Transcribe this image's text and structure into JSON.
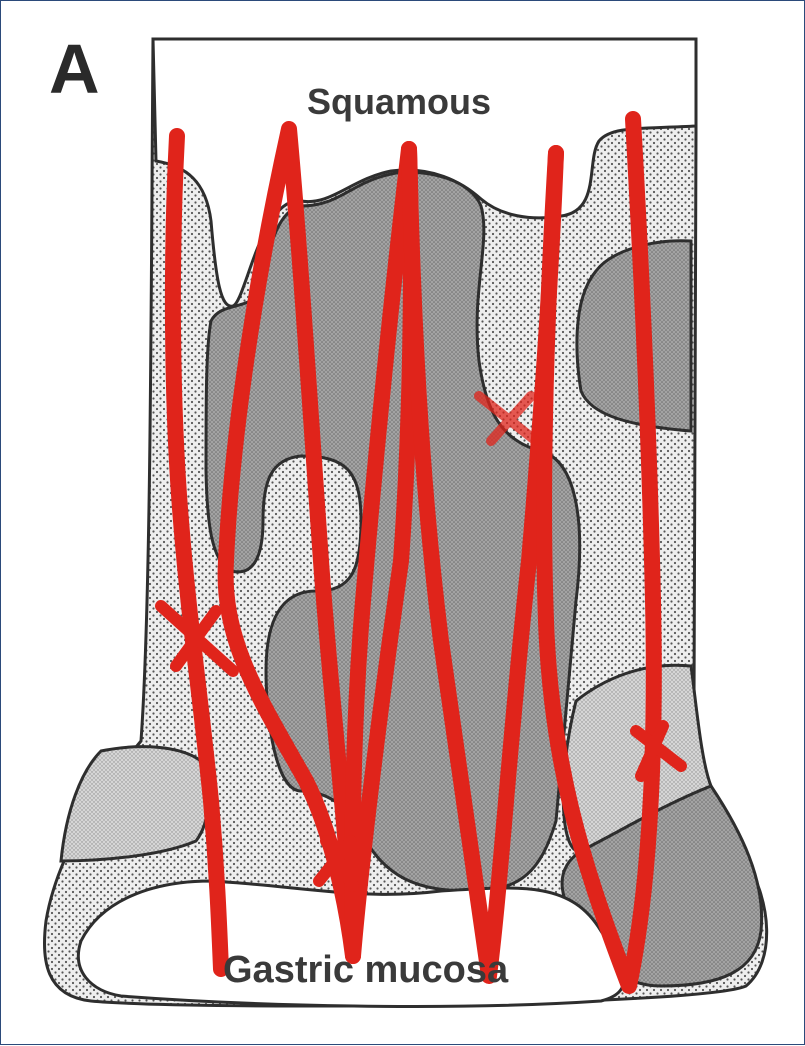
{
  "panel_letter": "A",
  "labels": {
    "top": "Squamous",
    "bottom": "Gastric mucosa"
  },
  "legend_colors": {
    "squamous_zone": "#ffffff",
    "stippled_mucosa": "#e9e9e9",
    "dark_mucosa": "#9b9b9b",
    "light_mucosa": "#cfcfcf",
    "outline": "#2e2e2e",
    "annotation_red": "#e0241b"
  }
}
